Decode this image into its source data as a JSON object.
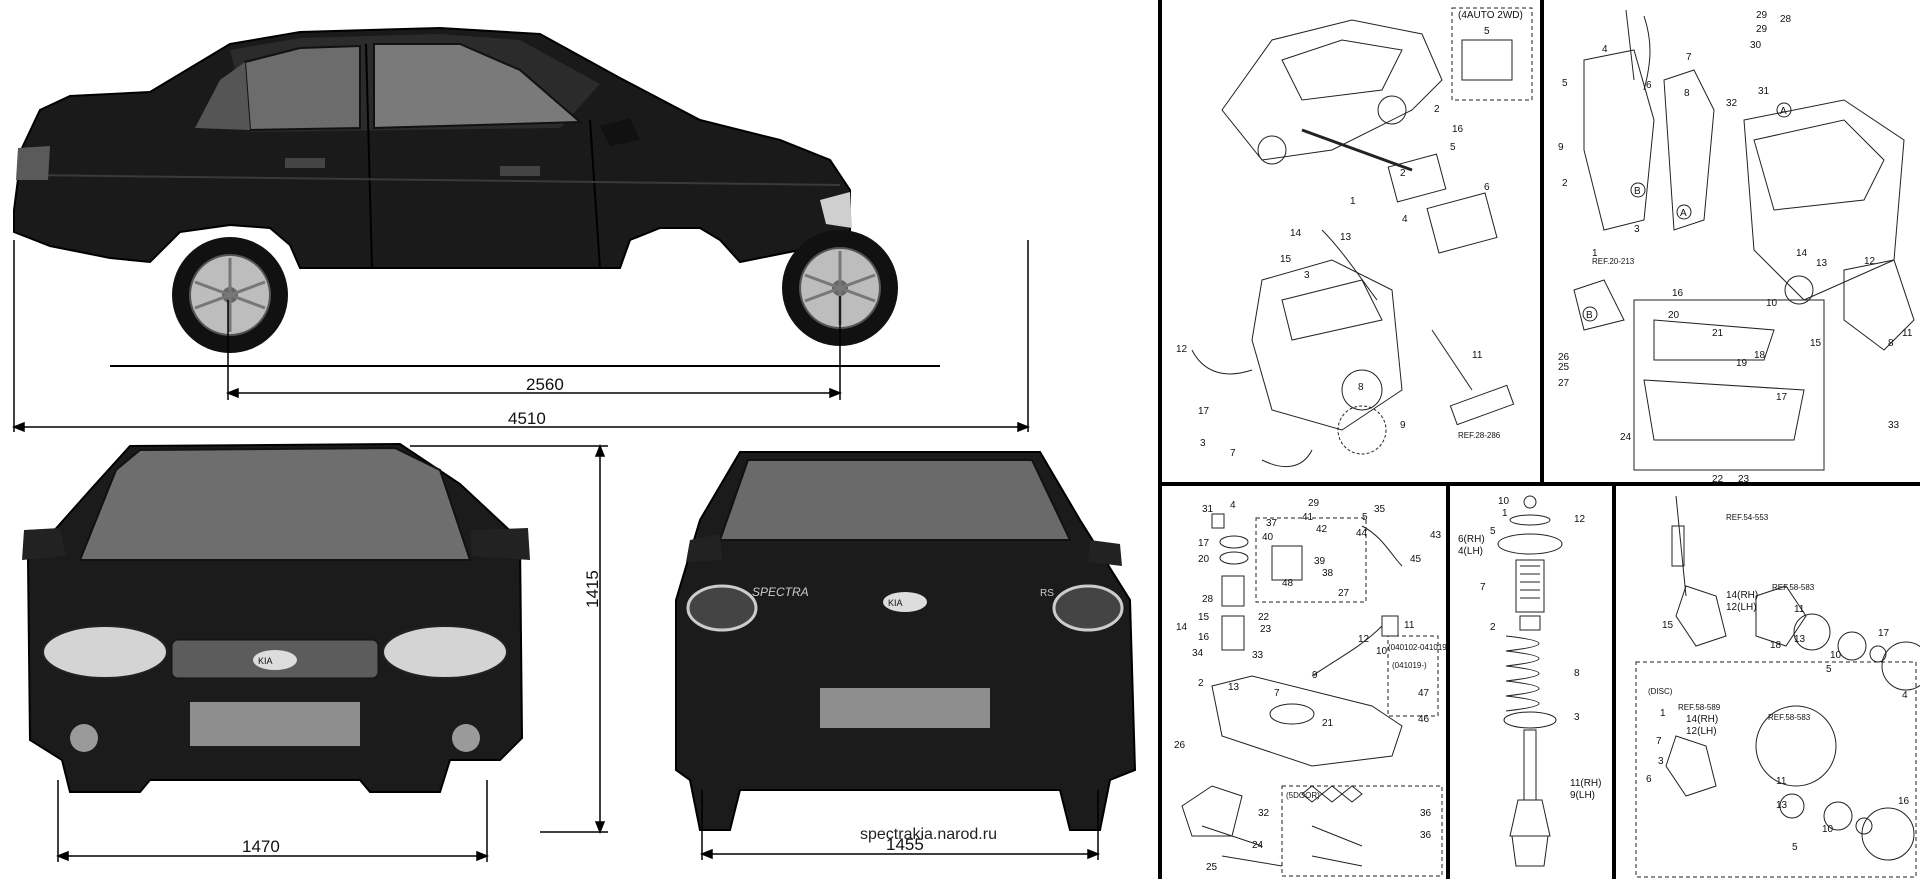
{
  "dimensions": {
    "wheelbase": "2560",
    "length": "4510",
    "height": "1415",
    "front_track": "1470",
    "rear_track": "1455"
  },
  "watermark": "spectrakia.narod.ru",
  "badges": {
    "model": "SPECTRA",
    "trim": "RS",
    "brand": "KIA"
  },
  "diagram1": {
    "callout": "(4AUTO 2WD)",
    "ref": "REF.28-286",
    "numbers": [
      "5",
      "2",
      "16",
      "5",
      "2",
      "6",
      "1",
      "4",
      "14",
      "13",
      "15",
      "3",
      "12",
      "11",
      "8",
      "9",
      "3",
      "17",
      "7"
    ]
  },
  "diagram2": {
    "ref": "REF.20-213",
    "numbers": [
      "29",
      "28",
      "29",
      "30",
      "31",
      "32",
      "4",
      "7",
      "5",
      "6",
      "8",
      "9",
      "2",
      "3",
      "1",
      "14",
      "13",
      "12",
      "10",
      "16",
      "20",
      "21",
      "26",
      "25",
      "27",
      "19",
      "18",
      "17",
      "33",
      "24",
      "22",
      "23",
      "15",
      "8",
      "11"
    ],
    "letters": [
      "A",
      "B",
      "A",
      "B"
    ]
  },
  "diagram3": {
    "callouts": [
      "(040102-041019)",
      "(041019-)",
      "(5DOOR)"
    ],
    "numbers": [
      "31",
      "4",
      "29",
      "35",
      "17",
      "20",
      "37",
      "41",
      "42",
      "5",
      "44",
      "43",
      "40",
      "39",
      "38",
      "48",
      "45",
      "27",
      "28",
      "15",
      "16",
      "34",
      "33",
      "14",
      "22",
      "23",
      "11",
      "12",
      "10",
      "9",
      "7",
      "2",
      "47",
      "46",
      "21",
      "13",
      "26",
      "32",
      "24",
      "25",
      "36",
      "36"
    ]
  },
  "diagram4": {
    "numbers": [
      "10",
      "1",
      "5",
      "12",
      "6(RH)",
      "4(LH)",
      "7",
      "2",
      "8",
      "3",
      "11(RH)",
      "9(LH)"
    ]
  },
  "diagram5": {
    "callout": "(DISC)",
    "refs": [
      "REF.54-553",
      "REF.58-583",
      "REF.58-589",
      "REF.58-583"
    ],
    "numbers": [
      "14(RH)",
      "12(LH)",
      "15",
      "11",
      "13",
      "18",
      "10",
      "5",
      "17",
      "4",
      "14(RH)",
      "12(LH)",
      "7",
      "3",
      "11",
      "13",
      "10",
      "5",
      "16",
      "1",
      "6"
    ]
  }
}
